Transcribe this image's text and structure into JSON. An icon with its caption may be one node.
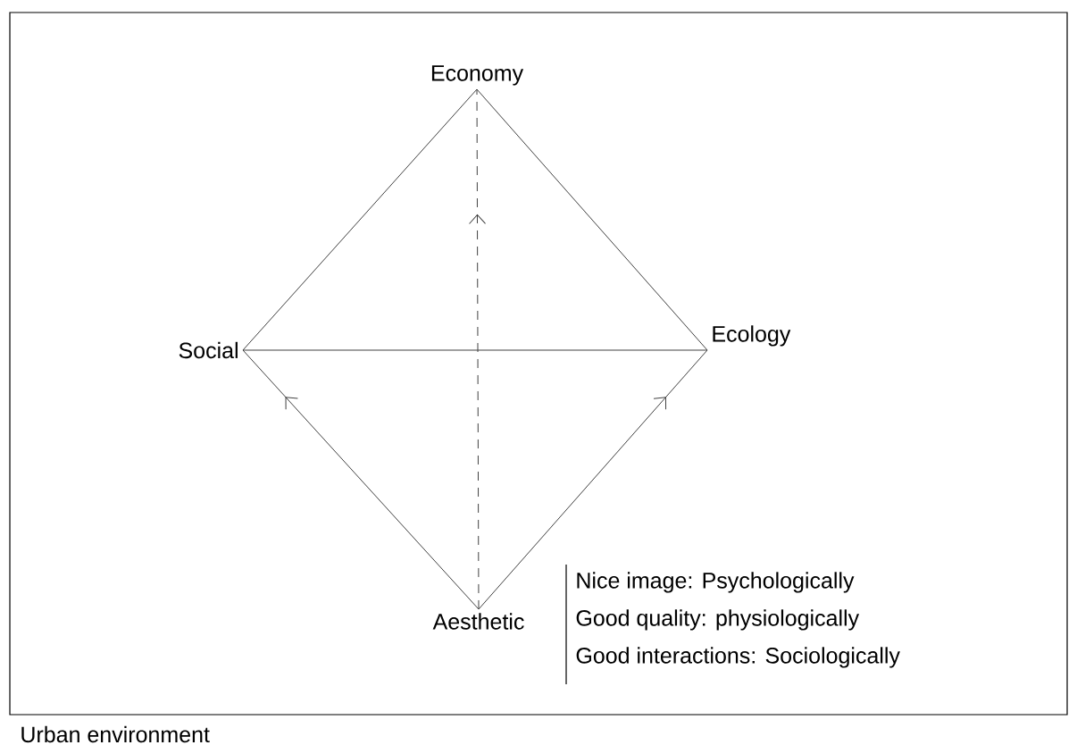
{
  "diagram": {
    "nodes": [
      {
        "text": [
          "Urban environment"
        ]
      },
      {
        "text": [
          "Economy"
        ],
        "in": 0
      },
      {
        "text": [
          "Social"
        ],
        "in": 0
      },
      {
        "text": [
          "Ecology"
        ],
        "in": 0
      },
      {
        "text": [
          "Aesthetic"
        ],
        "in": 0
      }
    ],
    "edges": [
      {
        "from": 1,
        "to": 2,
        "arrow": "none"
      },
      {
        "from": 1,
        "to": 3,
        "arrow": "none"
      },
      {
        "from": 2,
        "to": 3,
        "arrow": "none"
      },
      {
        "from": 4,
        "to": 2,
        "arrow": "to"
      },
      {
        "from": 4,
        "to": 3,
        "arrow": "to"
      },
      {
        "from": 4,
        "to": 1,
        "arrow": "to",
        "style": "dashed"
      }
    ],
    "labels": [
      "Nice image: Psychologically",
      "Good quality: physiologically",
      "Good  interactions: Sociologically"
    ]
  }
}
